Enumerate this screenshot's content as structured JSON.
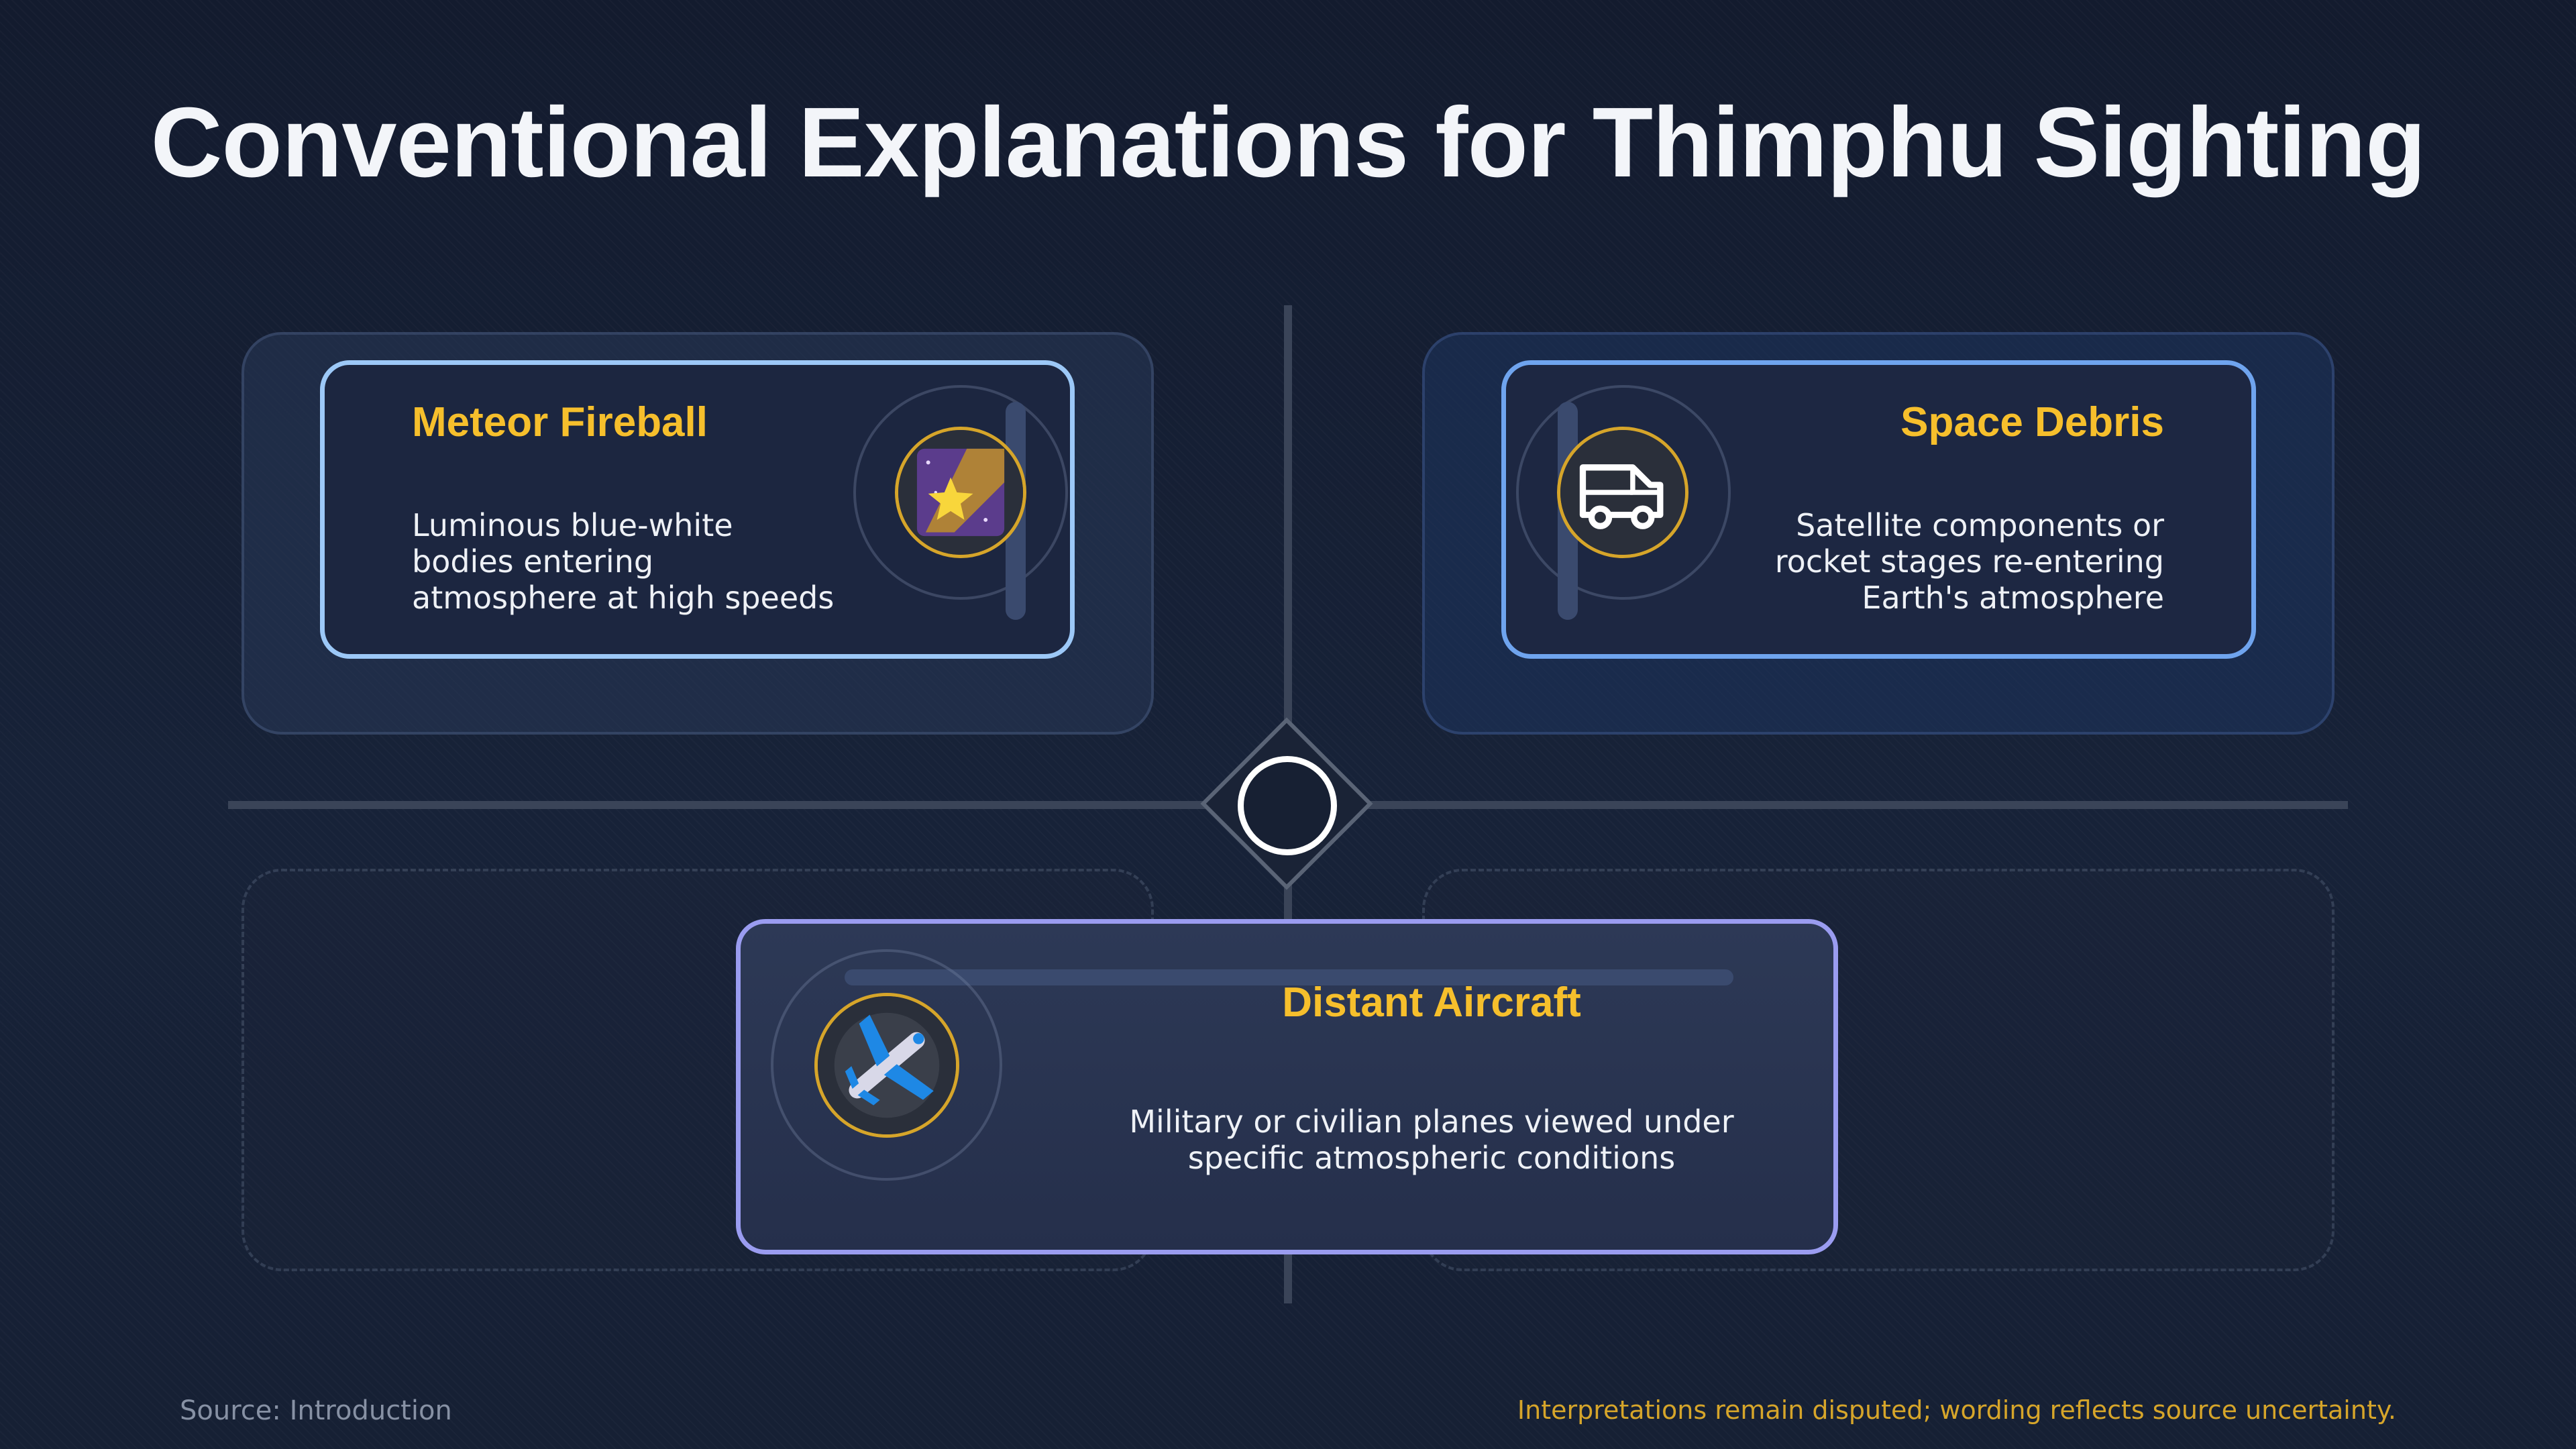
{
  "title": "Conventional Explanations for Thimphu Sighting",
  "cards": {
    "meteor": {
      "title": "Meteor Fireball",
      "description": "Luminous blue-white bodies entering atmosphere at high speeds",
      "icon": "shooting-star-icon"
    },
    "debris": {
      "title": "Space Debris",
      "description": "Satellite components or rocket stages re-entering Earth's atmosphere",
      "icon": "van-icon"
    },
    "aircraft": {
      "title": "Distant Aircraft",
      "description": "Military or civilian planes viewed under specific atmospheric conditions",
      "icon": "airplane-icon"
    }
  },
  "footer": {
    "source": "Source: Introduction",
    "note": "Interpretations remain disputed; wording reflects source uncertainty."
  },
  "colors": {
    "background": "#151e32",
    "accent_gold": "#f6bf2c",
    "meteor_border": "#9cc8f7",
    "debris_border": "#6fa4ee",
    "aircraft_border": "#9a9cf0"
  }
}
